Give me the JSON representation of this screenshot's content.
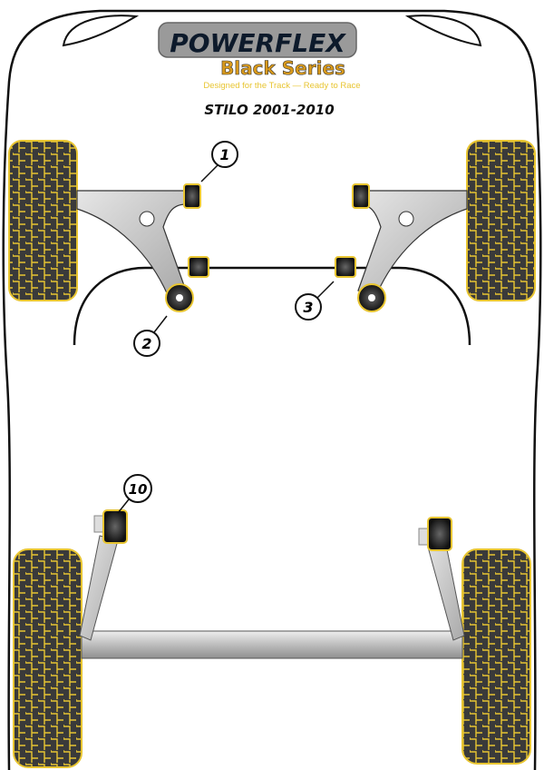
{
  "logo": {
    "brand": "POWERFLEX",
    "series": "Black Series"
  },
  "tagline": "Designed for the Track — Ready to Race",
  "model_title": "STILO 2001-2010",
  "callouts": [
    {
      "number": "1"
    },
    {
      "number": "2"
    },
    {
      "number": "3"
    },
    {
      "number": "10"
    }
  ],
  "colors": {
    "accent": "#e8c531",
    "tyre": "#3a3a3a",
    "arm": "#c8c8c8",
    "outline": "#111111"
  }
}
